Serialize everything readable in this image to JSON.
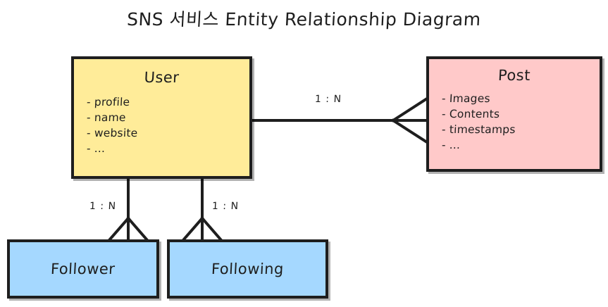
{
  "diagram": {
    "title": "SNS 서비스 Entity Relationship Diagram",
    "background": "#ffffff",
    "stroke_color": "#1e1e1e",
    "entities": [
      {
        "id": "user",
        "name": "User",
        "fill": "#ffec99",
        "fields": [
          "- profile",
          "- name",
          "- website",
          "- ..."
        ]
      },
      {
        "id": "post",
        "name": "Post",
        "fill": "#ffc9c9",
        "fields": [
          "- Images",
          "- Contents",
          "- timestamps",
          "- ..."
        ]
      },
      {
        "id": "follower",
        "name": "Follower",
        "fill": "#a5d8ff",
        "fields": []
      },
      {
        "id": "following",
        "name": "Following",
        "fill": "#a5d8ff",
        "fields": []
      }
    ],
    "relationships": [
      {
        "id": "user-post",
        "from": "User",
        "to": "Post",
        "cardinality": "1 : N",
        "notation": "crows-foot"
      },
      {
        "id": "user-follower",
        "from": "User",
        "to": "Follower",
        "cardinality": "1 : N",
        "notation": "crows-foot"
      },
      {
        "id": "user-following",
        "from": "User",
        "to": "Following",
        "cardinality": "1 : N",
        "notation": "crows-foot"
      }
    ]
  }
}
